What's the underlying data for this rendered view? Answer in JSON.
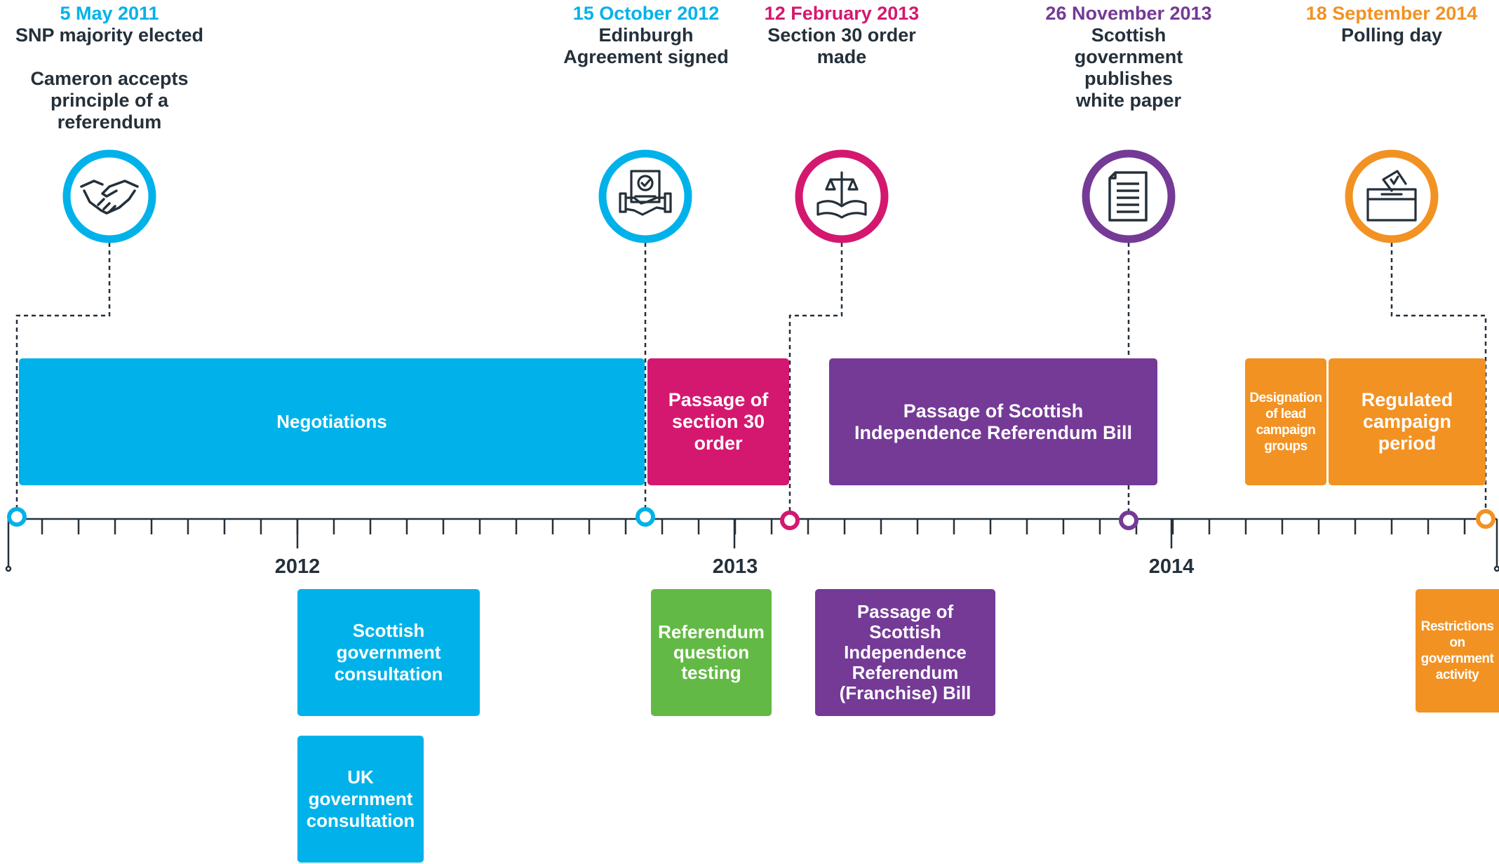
{
  "colors": {
    "cyan": "#00b2e9",
    "magenta": "#d4186f",
    "purple": "#743a96",
    "orange": "#f29223",
    "green": "#63b945",
    "dark": "#24303a"
  },
  "events": [
    {
      "date": "5 May 2011",
      "label": "SNP majority elected",
      "label2": "Cameron accepts principle of a referendum",
      "icon": "handshake-icon",
      "color": "cyan"
    },
    {
      "date": "15 October 2012",
      "label": "Edinburgh Agreement signed",
      "icon": "signed-agreement-icon",
      "color": "cyan"
    },
    {
      "date": "12 February 2013",
      "label": "Section 30 order made",
      "icon": "law-scales-book-icon",
      "color": "magenta"
    },
    {
      "date": "26 November 2013",
      "label": "Scottish government publishes white paper",
      "icon": "document-icon",
      "color": "purple"
    },
    {
      "date": "18 September 2014",
      "label": "Polling day",
      "icon": "ballot-box-icon",
      "color": "orange"
    }
  ],
  "phases": {
    "negotiations": "Negotiations",
    "passage_s30": "Passage of section 30 order",
    "passage_bill": "Passage of Scottish Independence Referendum Bill",
    "designation": "Designation of lead campaign groups",
    "regulated": "Regulated campaign period"
  },
  "activities": {
    "scot_consultation": "Scottish government consultation",
    "uk_consultation": "UK government consultation",
    "question_testing": "Referendum question testing",
    "franchise_bill": "Passage of Scottish Independence Referendum (Franchise) Bill",
    "restrictions": "Restrictions on government activity"
  },
  "years": [
    "2012",
    "2013",
    "2014"
  ]
}
